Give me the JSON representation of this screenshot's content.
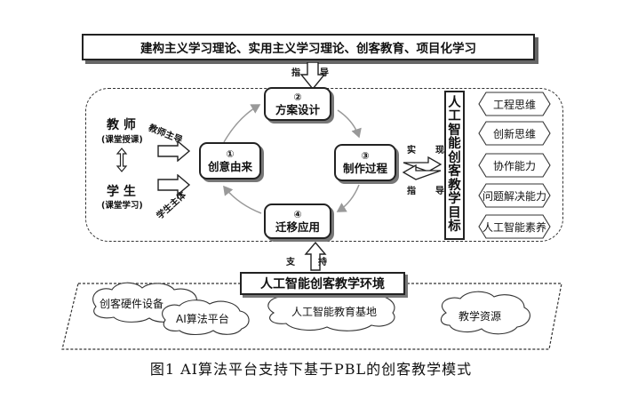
{
  "framework": "建构主义学习理论、实用主义学习理论、创客教育、项目化学习",
  "guide_arrow": "指　导",
  "support_arrow": "支　持",
  "steps": [
    {
      "num": "②",
      "label": "方案设计"
    },
    {
      "num": "③",
      "label": "制作过程"
    },
    {
      "num": "④",
      "label": "迁移应用"
    },
    {
      "num": "①",
      "label": "创意由来"
    }
  ],
  "teacher": {
    "title": "教 师",
    "subtitle": "(课堂授课)",
    "arrow_label": "教师主导"
  },
  "student": {
    "title": "学 生",
    "subtitle": "(课堂学习)",
    "arrow_label": "学生主体"
  },
  "realize": {
    "top": "实　现",
    "bottom": "指　导"
  },
  "goal_title": [
    "人",
    "工",
    "智",
    "能",
    "创",
    "客",
    "教",
    "学",
    "目",
    "标"
  ],
  "goals": [
    "工程思维",
    "创新思维",
    "协作能力",
    "问题解决能力",
    "人工智能素养"
  ],
  "environment": {
    "title": "人工智能创客教学环境",
    "items": [
      "创客硬件设备",
      "AI算法平台",
      "人工智能教育基地",
      "教学资源"
    ]
  },
  "caption": "图1 AI算法平台支持下基于PBL的创客教学模式"
}
